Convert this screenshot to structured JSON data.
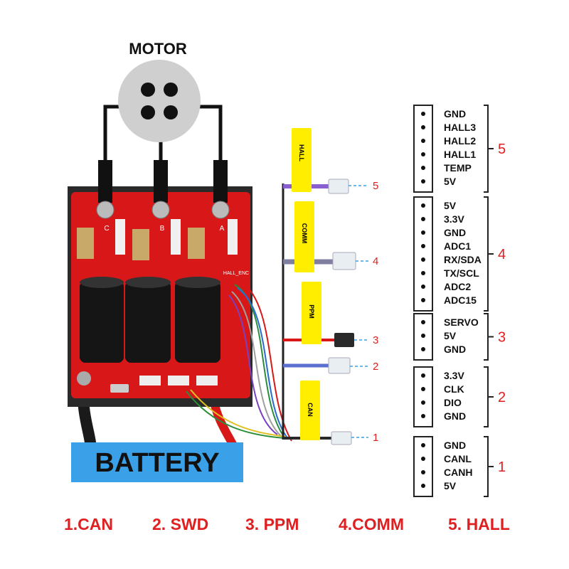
{
  "motor": {
    "label": "MOTOR",
    "phases": [
      "C",
      "B",
      "A"
    ]
  },
  "battery": {
    "label": "BATTERY"
  },
  "board": {
    "silkscreen": "HALL_ENC"
  },
  "tags": [
    "HALL",
    "COMM",
    "PPM",
    "CAN"
  ],
  "connector_numbers": [
    "5",
    "4",
    "3",
    "2",
    "1"
  ],
  "pin_groups": [
    {
      "number": "5",
      "pins": [
        "GND",
        "HALL3",
        "HALL2",
        "HALL1",
        "TEMP",
        "5V"
      ]
    },
    {
      "number": "4",
      "pins": [
        "5V",
        "3.3V",
        "GND",
        "ADC1",
        "RX/SDA",
        "TX/SCL",
        "ADC2",
        "ADC15"
      ]
    },
    {
      "number": "3",
      "pins": [
        "SERVO",
        "5V",
        "GND"
      ]
    },
    {
      "number": "2",
      "pins": [
        "3.3V",
        "CLK",
        "DIO",
        "GND"
      ]
    },
    {
      "number": "1",
      "pins": [
        "GND",
        "CANL",
        "CANH",
        "5V"
      ]
    }
  ],
  "bottom_labels": [
    "1.CAN",
    "2. SWD",
    "3. PPM",
    "4.COMM",
    "5. HALL"
  ],
  "colors": {
    "red": "#e02020",
    "tag_yellow": "#ffee00",
    "battery_blue": "#3aa0e8",
    "pcb_red": "#d81818"
  }
}
